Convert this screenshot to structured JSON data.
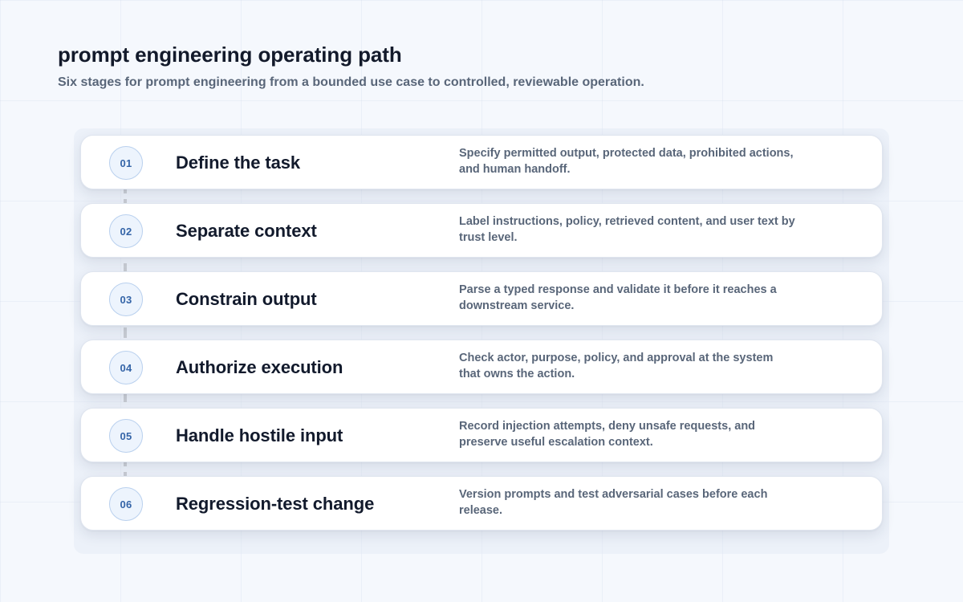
{
  "header": {
    "title": "prompt engineering operating path",
    "subtitle": "Six stages for prompt engineering from a bounded use case to controlled, reviewable operation."
  },
  "stages": [
    {
      "number": "01",
      "title": "Define the task",
      "description": "Specify permitted output, protected data, prohibited actions, and human handoff."
    },
    {
      "number": "02",
      "title": "Separate context",
      "description": "Label instructions, policy, retrieved content, and user text by trust level."
    },
    {
      "number": "03",
      "title": "Constrain output",
      "description": "Parse a typed response and validate it before it reaches a downstream service."
    },
    {
      "number": "04",
      "title": "Authorize execution",
      "description": "Check actor, purpose, policy, and approval at the system that owns the action."
    },
    {
      "number": "05",
      "title": "Handle hostile input",
      "description": "Record injection attempts, deny unsafe requests, and preserve useful escalation context."
    },
    {
      "number": "06",
      "title": "Regression-test change",
      "description": "Version prompts and test adversarial cases before each release."
    }
  ],
  "colors": {
    "background": "#f5f8fd",
    "card": "#ffffff",
    "badge_fill": "#edf4fd",
    "badge_border": "#b9d0ee",
    "badge_text": "#3565a8",
    "title_text": "#121a2c",
    "muted_text": "#596679",
    "connector": "#c9cdd4"
  }
}
